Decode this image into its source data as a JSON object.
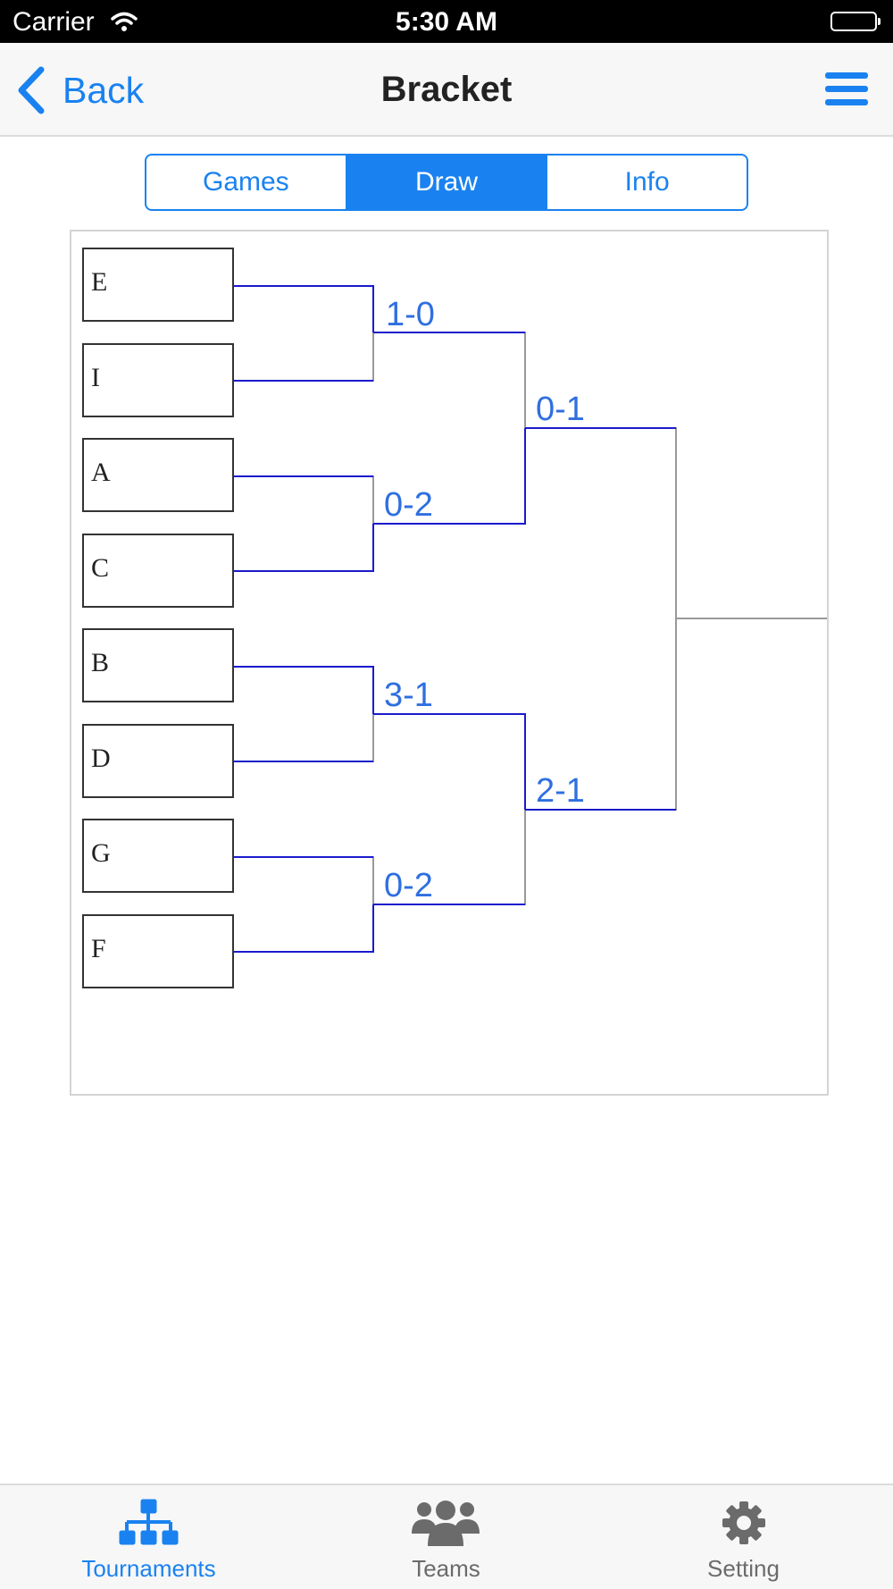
{
  "status_bar": {
    "carrier": "Carrier",
    "time": "5:30 AM"
  },
  "nav": {
    "back_label": "Back",
    "title": "Bracket"
  },
  "segments": [
    {
      "label": "Games",
      "active": false
    },
    {
      "label": "Draw",
      "active": true
    },
    {
      "label": "Info",
      "active": false
    }
  ],
  "bracket": {
    "teams": [
      "E",
      "I",
      "A",
      "C",
      "B",
      "D",
      "G",
      "F"
    ],
    "round1_scores": [
      "1-0",
      "0-2",
      "3-1",
      "0-2"
    ],
    "round2_scores": [
      "0-1",
      "2-1"
    ]
  },
  "tabs": [
    {
      "label": "Tournaments",
      "icon": "tournament-icon",
      "active": true
    },
    {
      "label": "Teams",
      "icon": "teams-icon",
      "active": false
    },
    {
      "label": "Setting",
      "icon": "gear-icon",
      "active": false
    }
  ],
  "colors": {
    "accent": "#1a82f0",
    "winner_line": "#1a1acc",
    "loser_line": "#999999",
    "score": "#2f6fe0"
  }
}
